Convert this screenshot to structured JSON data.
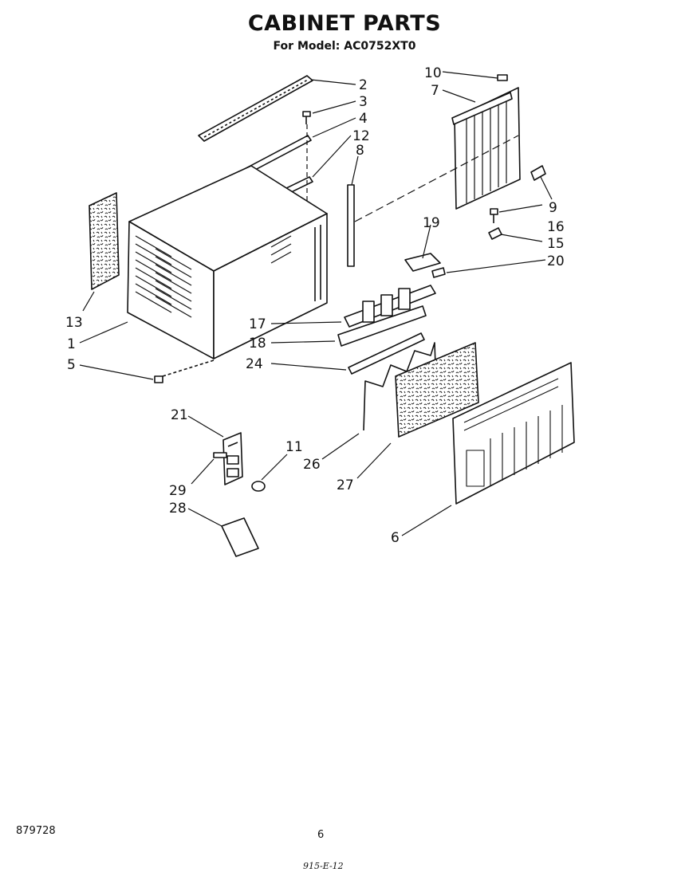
{
  "title": "CABINET PARTS",
  "subtitle": "For Model: AC0752XT0",
  "page_number": "6",
  "document_number": "879728",
  "handwritten_note": "915-E-12",
  "callouts": [
    {
      "label": "2"
    },
    {
      "label": "3"
    },
    {
      "label": "4"
    },
    {
      "label": "12"
    },
    {
      "label": "8"
    },
    {
      "label": "10"
    },
    {
      "label": "7"
    },
    {
      "label": "9"
    },
    {
      "label": "16"
    },
    {
      "label": "15"
    },
    {
      "label": "19"
    },
    {
      "label": "20"
    },
    {
      "label": "13"
    },
    {
      "label": "1"
    },
    {
      "label": "5"
    },
    {
      "label": "17"
    },
    {
      "label": "18"
    },
    {
      "label": "24"
    },
    {
      "label": "21"
    },
    {
      "label": "11"
    },
    {
      "label": "29"
    },
    {
      "label": "28"
    },
    {
      "label": "26"
    },
    {
      "label": "27"
    },
    {
      "label": "6"
    }
  ]
}
